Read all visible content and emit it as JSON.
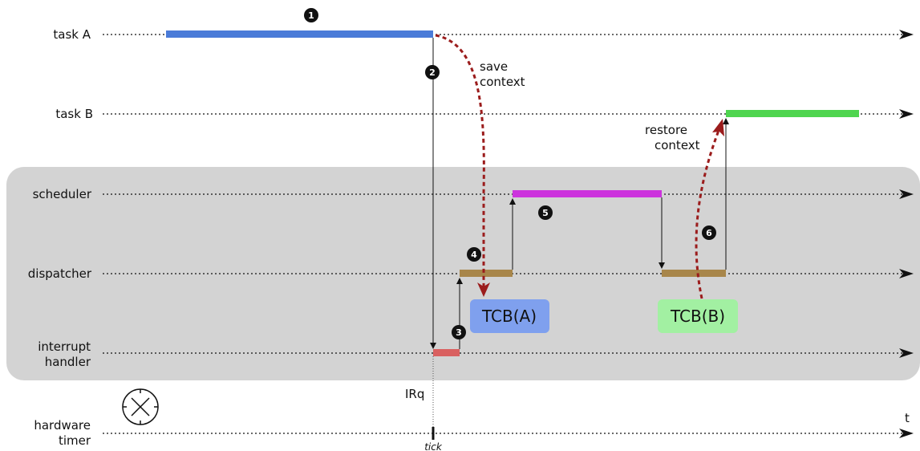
{
  "lanes": {
    "task_a": "task A",
    "task_b": "task B",
    "scheduler": "scheduler",
    "dispatcher": "dispatcher",
    "interrupt_handler": [
      "interrupt",
      "handler"
    ],
    "hardware_timer": [
      "hardware",
      "timer"
    ]
  },
  "axis": {
    "time_label": "t"
  },
  "annotations": {
    "save_context": [
      "save",
      "context"
    ],
    "restore_context": [
      "restore",
      "context"
    ],
    "irq": "IRq",
    "tick": "tick"
  },
  "tcb": {
    "a": "TCB(A)",
    "b": "TCB(B)"
  },
  "steps": [
    "1",
    "2",
    "3",
    "4",
    "5",
    "6"
  ],
  "colors": {
    "task_a_bar": "#4a7bd8",
    "task_b_bar": "#4fd54f",
    "scheduler_bar": "#cc33dd",
    "dispatcher_bar": "#a8864a",
    "interrupt_bar": "#d96060",
    "context_arrow": "#9b1c1c",
    "kernel_region": "#d3d3d3",
    "tcb_a_fill": "#7fa0ee",
    "tcb_b_fill": "#a2f0a2"
  },
  "icons": {
    "clock": "clock-icon"
  }
}
